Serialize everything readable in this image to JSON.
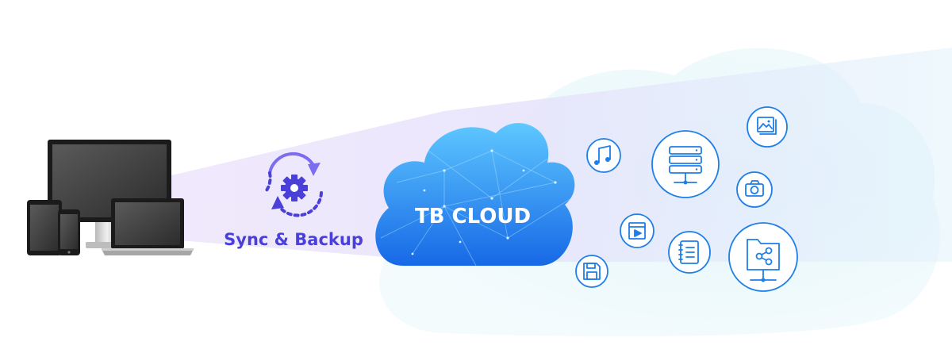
{
  "sync_label": "Sync & Backup",
  "cloud_label": "TB CLOUD",
  "colors": {
    "sync_accent": "#4a3fd8",
    "sync_arrow": "#7b6cf0",
    "cloud_top": "#5ec8ff",
    "cloud_bottom": "#1768e6",
    "icon_stroke": "#1e7fe8",
    "beam": "#e7dcfb"
  },
  "devices": [
    {
      "name": "desktop-monitor"
    },
    {
      "name": "tablet"
    },
    {
      "name": "smartphone"
    },
    {
      "name": "laptop"
    }
  ],
  "cloud_icons": [
    {
      "name": "music-note-icon"
    },
    {
      "name": "server-network-icon"
    },
    {
      "name": "photo-gallery-icon"
    },
    {
      "name": "camera-icon"
    },
    {
      "name": "video-player-icon"
    },
    {
      "name": "address-book-icon"
    },
    {
      "name": "shared-folder-network-icon"
    },
    {
      "name": "floppy-disk-icon"
    }
  ]
}
